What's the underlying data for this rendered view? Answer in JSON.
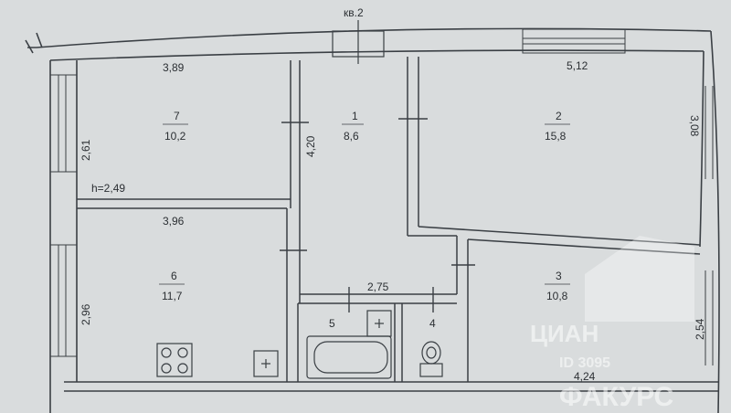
{
  "plan": {
    "apartment_label": "кв.2",
    "ceiling_height": "h=2,49",
    "dimensions": {
      "room7_width": "3,89",
      "room7_depth": "2,61",
      "room6_width": "3,96",
      "room6_depth": "2,96",
      "room1_depth": "4,20",
      "room2_width": "5,12",
      "room2_depth": "3,08",
      "corridor_width": "2,75",
      "room3_depth": "2,54",
      "room3_width": "4,24"
    },
    "rooms": [
      {
        "number": "7",
        "area": "10,2"
      },
      {
        "number": "1",
        "area": "8,6"
      },
      {
        "number": "2",
        "area": "15,8"
      },
      {
        "number": "6",
        "area": "11,7"
      },
      {
        "number": "3",
        "area": "10,8"
      },
      {
        "number": "5",
        "area": ""
      },
      {
        "number": "4",
        "area": ""
      }
    ]
  },
  "watermark": {
    "logo_text": "ЦИАН",
    "id_text": "ID 3095",
    "brand_text": "ФАКУРС"
  }
}
